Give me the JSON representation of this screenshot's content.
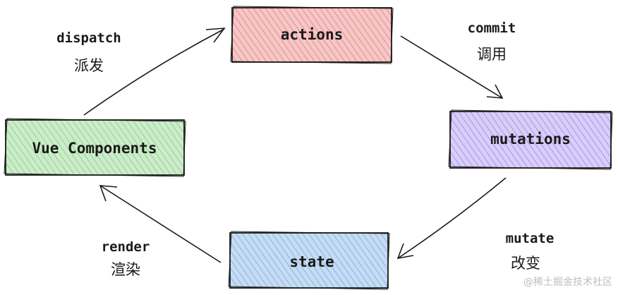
{
  "diagram": {
    "nodes": {
      "actions": {
        "label": "actions",
        "fill": "#f6c7c7",
        "hatch": "#e27d7d"
      },
      "mutations": {
        "label": "mutations",
        "fill": "#d8cef8",
        "hatch": "#9a86e6"
      },
      "state": {
        "label": "state",
        "fill": "#c6dcf4",
        "hatch": "#7aa9dc"
      },
      "vue_components": {
        "label": "Vue Components",
        "fill": "#cdeccb",
        "hatch": "#7fcf7a"
      }
    },
    "edges": {
      "dispatch": {
        "label": "dispatch",
        "label_cn": "派发"
      },
      "commit": {
        "label": "commit",
        "label_cn": "调用"
      },
      "mutate": {
        "label": "mutate",
        "label_cn": "改变"
      },
      "render": {
        "label": "render",
        "label_cn": "渲染"
      }
    },
    "stroke_color": "#1a1a1a"
  },
  "watermark": {
    "text": "@稀土掘金技术社区"
  }
}
